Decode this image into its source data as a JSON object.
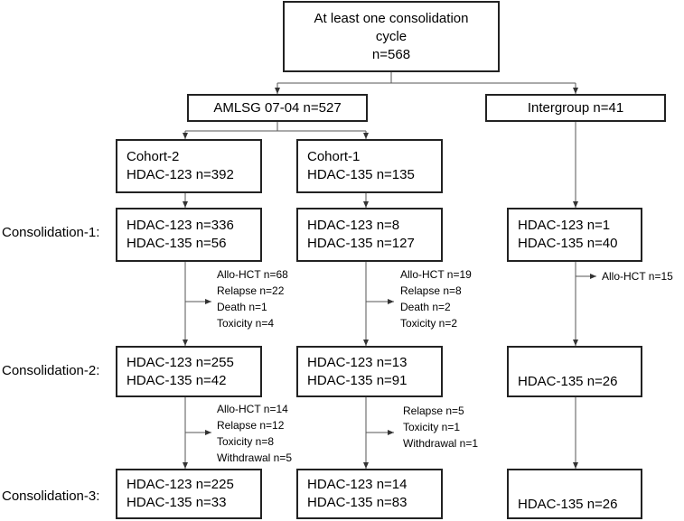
{
  "root": {
    "lines": [
      "At least one consolidation",
      "cycle",
      "n=568"
    ]
  },
  "arms": {
    "amlsg": "AMLSG 07-04 n=527",
    "intergroup": "Intergroup n=41"
  },
  "cohorts": {
    "cohort2": {
      "lines": [
        "Cohort-2",
        "HDAC-123 n=392"
      ]
    },
    "cohort1": {
      "lines": [
        "Cohort-1",
        "HDAC-135 n=135"
      ]
    }
  },
  "row_labels": [
    "Consolidation-1:",
    "Consolidation-2:",
    "Consolidation-3:"
  ],
  "consolidation1": {
    "cohort2": [
      "HDAC-123 n=336",
      "HDAC-135 n=56"
    ],
    "cohort1": [
      "HDAC-123 n=8",
      "HDAC-135 n=127"
    ],
    "intergroup": [
      "HDAC-123 n=1",
      "HDAC-135 n=40"
    ]
  },
  "consolidation2": {
    "cohort2": [
      "HDAC-123 n=255",
      "HDAC-135 n=42"
    ],
    "cohort1": [
      "HDAC-123 n=13",
      "HDAC-135 n=91"
    ],
    "intergroup": [
      "HDAC-135 n=26"
    ]
  },
  "consolidation3": {
    "cohort2": [
      "HDAC-123 n=225",
      "HDAC-135 n=33"
    ],
    "cohort1": [
      "HDAC-123 n=14",
      "HDAC-135 n=83"
    ],
    "intergroup": [
      "HDAC-135 n=26"
    ]
  },
  "exclusions_1_2": {
    "cohort2": [
      "Allo-HCT n=68",
      "Relapse n=22",
      "Death n=1",
      "Toxicity n=4"
    ],
    "cohort1": [
      "Allo-HCT n=19",
      "Relapse n=8",
      "Death n=2",
      "Toxicity n=2"
    ],
    "intergroup": [
      "Allo-HCT n=15"
    ]
  },
  "exclusions_2_3": {
    "cohort2": [
      "Allo-HCT n=14",
      "Relapse n=12",
      "Toxicity n=8",
      "Withdrawal n=5"
    ],
    "cohort1": [
      "Relapse n=5",
      "Toxicity n=1",
      "Withdrawal n=1"
    ]
  }
}
